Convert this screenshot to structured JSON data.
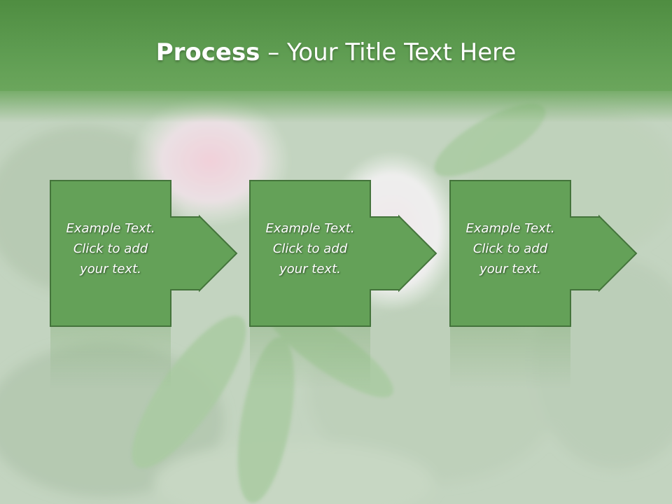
{
  "slide": {
    "title_bold": "Process",
    "title_rest": " – Your Title Text Here"
  },
  "steps": [
    {
      "line1": "Example Text.",
      "line2": "Click  to add",
      "line3": "your text."
    },
    {
      "line1": "Example Text.",
      "line2": "Click  to add",
      "line3": "your text."
    },
    {
      "line1": "Example Text.",
      "line2": "Click  to add",
      "line3": "your text."
    }
  ],
  "colors": {
    "title_band": "#5f9d52",
    "step_fill": "#64a158",
    "step_border": "#44743b",
    "text": "#ffffff"
  }
}
